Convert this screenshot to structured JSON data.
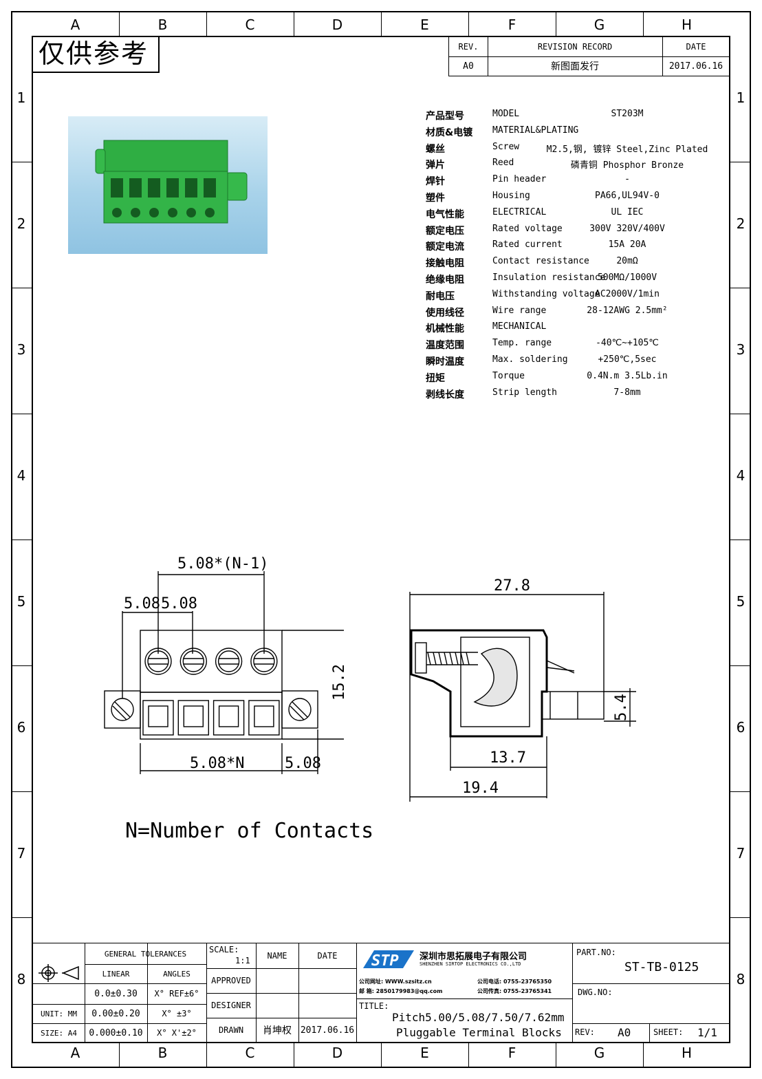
{
  "zones": {
    "columns": [
      "A",
      "B",
      "C",
      "D",
      "E",
      "F",
      "G",
      "H"
    ],
    "rows": [
      "1",
      "2",
      "3",
      "4",
      "5",
      "6",
      "7",
      "8"
    ]
  },
  "stamp": "仅供参考",
  "revision": {
    "rev_header": "REV.",
    "record_header": "REVISION RECORD",
    "date_header": "DATE",
    "rev": "A0",
    "record": "新图面发行",
    "date": "2017.06.16"
  },
  "specs": [
    {
      "cn": "产品型号",
      "en": "MODEL",
      "value": "ST203M"
    },
    {
      "cn": "材质&电镀",
      "en": "MATERIAL&PLATING",
      "value": ""
    },
    {
      "cn": "螺丝",
      "en": "Screw",
      "value": "M2.5,钢, 镀锌 Steel,Zinc Plated"
    },
    {
      "cn": "弹片",
      "en": "Reed",
      "value": "磷青铜 Phosphor Bronze"
    },
    {
      "cn": "焊针",
      "en": "Pin header",
      "value": "-"
    },
    {
      "cn": "塑件",
      "en": "Housing",
      "value": "PA66,UL94V-0"
    },
    {
      "cn": "电气性能",
      "en": "ELECTRICAL",
      "value": "UL        IEC"
    },
    {
      "cn": "额定电压",
      "en": "Rated voltage",
      "value": "300V     320V/400V"
    },
    {
      "cn": "额定电流",
      "en": "Rated current",
      "value": "15A         20A"
    },
    {
      "cn": "接触电阻",
      "en": "Contact resistance",
      "value": "20mΩ"
    },
    {
      "cn": "绝缘电阻",
      "en": "Insulation resistance",
      "value": "500MΩ/1000V"
    },
    {
      "cn": "耐电压",
      "en": "Withstanding voltage",
      "value": "AC2000V/1min"
    },
    {
      "cn": "使用线径",
      "en": "Wire range",
      "value": "28-12AWG 2.5mm²"
    },
    {
      "cn": "机械性能",
      "en": "MECHANICAL",
      "value": ""
    },
    {
      "cn": "温度范围",
      "en": "Temp. range",
      "value": "-40℃~+105℃"
    },
    {
      "cn": "瞬时温度",
      "en": "Max. soldering",
      "value": "+250℃,5sec"
    },
    {
      "cn": "扭矩",
      "en": "Torque",
      "value": "0.4N.m 3.5Lb.in"
    },
    {
      "cn": "剥线长度",
      "en": "Strip length",
      "value": "7-8mm"
    }
  ],
  "front_view": {
    "dim_top": "5.08*(N-1)",
    "dim_left1": "5.08",
    "dim_left2": "5.08",
    "dim_height": "15.2",
    "dim_bottom": "5.08*N",
    "dim_bottom_right": "5.08"
  },
  "side_view": {
    "dim_width": "27.8",
    "dim_pin": "5.4",
    "dim_137": "13.7",
    "dim_194": "19.4"
  },
  "note": "N=Number of Contacts",
  "title_block": {
    "general_tolerances": "GENERAL TOLERANCES",
    "linear": "LINEAR",
    "angles": "ANGLES",
    "tol1": "0.0±0.30",
    "ang1": "X° REF±6°",
    "tol2": "0.00±0.20",
    "ang2": "X° ±3°",
    "tol3": "0.000±0.10",
    "ang3": "X° X'±2°",
    "unit": "UNIT: MM",
    "size": "SIZE: A4",
    "scale_label": "SCALE:",
    "scale_value": "1:1",
    "name_header": "NAME",
    "date_header": "DATE",
    "approved": "APPROVED",
    "designer": "DESIGNER",
    "drawn": "DRAWN",
    "drawn_name": "肖坤权",
    "drawn_date": "2017.06.16",
    "company_cn": "深圳市思拓展电子有限公司",
    "company_en": "SHENZHEN SIRTOP ELECTRONICS CO.,LTD",
    "contact1": "公司网址: WWW.szsitz.cn",
    "contact2": "公司电话: 0755-23765350",
    "contact3": "邮    箱: 2850179983@qq.com",
    "contact4": "公司传真: 0755-23765341",
    "title_label": "TITLE:",
    "title_line1": "Pitch5.00/5.08/7.50/7.62mm",
    "title_line2": "Pluggable Terminal Blocks",
    "part_no_label": "PART.NO:",
    "part_no": "ST-TB-0125",
    "dwg_no_label": "DWG.NO:",
    "rev_label": "REV:",
    "rev_value": "A0",
    "sheet_label": "SHEET:",
    "sheet_value": "1/1"
  },
  "colors": {
    "connector": "#2fae43",
    "connector_dark": "#1b7a2b"
  }
}
